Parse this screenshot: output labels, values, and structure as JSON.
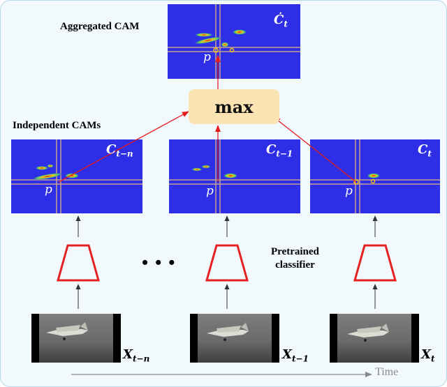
{
  "labels": {
    "aggregated": "Aggregated CAM",
    "independent": "Independent CAMs",
    "pretrained_line1": "Pretrained",
    "pretrained_line2": "classifier",
    "operator": "max",
    "ellipsis": "•••",
    "time": "Time"
  },
  "cams": {
    "aggregated": {
      "symbol": "Ċ",
      "sub": "t",
      "point": "p"
    },
    "left": {
      "symbol": "C",
      "sub": "t−n",
      "point": "p"
    },
    "middle": {
      "symbol": "C",
      "sub": "t−1",
      "point": "p"
    },
    "right": {
      "symbol": "C",
      "sub": "t",
      "point": "p"
    }
  },
  "frames": {
    "left": {
      "symbol": "X",
      "sub": "t−n"
    },
    "middle": {
      "symbol": "X",
      "sub": "t−1"
    },
    "right": {
      "symbol": "X",
      "sub": "t"
    }
  },
  "colors": {
    "cam_bg": "#2e2ee6",
    "arrow": "#e51b1b",
    "classifier": "#e52121",
    "operator_bg": "#fbe3b3",
    "time_axis": "#8a8a8a"
  }
}
